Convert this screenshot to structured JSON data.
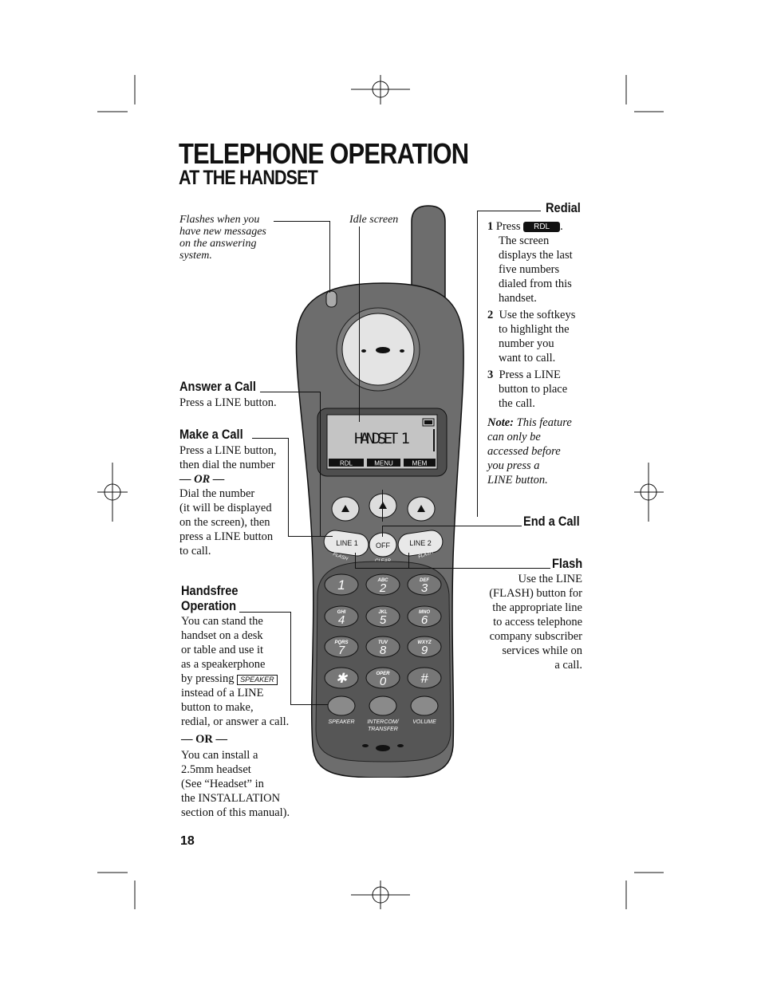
{
  "page": {
    "title": "TELEPHONE OPERATION",
    "subtitle": "AT THE HANDSET",
    "page_number": "18"
  },
  "callouts": {
    "message_light": "Flashes when you have new messages on the answering system.",
    "idle_screen": "Idle screen"
  },
  "answer": {
    "heading": "Answer a Call",
    "text": "Press a LINE button."
  },
  "make": {
    "heading": "Make a Call",
    "line1": "Press a LINE button,",
    "line2": "then dial the number",
    "or": "— OR —",
    "line3": "Dial the number",
    "line4": "(it will be displayed",
    "line5": "on the screen), then",
    "line6": "press a LINE button",
    "line7": "to call."
  },
  "handsfree": {
    "heading1": "Handsfree",
    "heading2": "Operation",
    "l1": "You can stand the",
    "l2": "handset on a desk",
    "l3": "or table and use it",
    "l4": "as a speakerphone",
    "l5": "by pressing",
    "key": "SPEAKER",
    "l6": "instead of a LINE",
    "l7": "button to make,",
    "l8": "redial, or answer a call.",
    "or": "— OR —",
    "l9": "You can install a",
    "l10": "2.5mm headset",
    "l11": "(See “Headset” in",
    "l12": "the INSTALLATION",
    "l13": "section of this manual)."
  },
  "redial": {
    "heading": "Redial",
    "s1_num": "1",
    "s1_a": "Press",
    "s1_key": "RDL",
    "s1_b": "The screen",
    "s1_c": "displays the last",
    "s1_d": "five numbers",
    "s1_e": "dialed from this",
    "s1_f": "handset.",
    "s2_num": "2",
    "s2_a": "Use the softkeys",
    "s2_b": "to highlight the",
    "s2_c": "number you",
    "s2_d": "want to call.",
    "s3_num": "3",
    "s3_a": "Press a LINE",
    "s3_b": "button to place",
    "s3_c": "the call.",
    "note_label": "Note:",
    "note_a": "This feature",
    "note_b": "can only be",
    "note_c": "accessed before",
    "note_d": "you press a",
    "note_e": "LINE button."
  },
  "end": {
    "heading": "End a Call"
  },
  "flash": {
    "heading": "Flash",
    "l1": "Use the LINE",
    "l2": "(FLASH) button for",
    "l3": "the appropriate line",
    "l4": "to access telephone",
    "l5": "company subscriber",
    "l6": "services while on",
    "l7": "a call."
  },
  "handset": {
    "display_text": "HANDSET 1",
    "softkeys": [
      "RDL",
      "MENU",
      "MEM"
    ],
    "line1": "LINE 1",
    "line2": "LINE 2",
    "off": "OFF",
    "flash_left": "FLASH",
    "flash_right": "FLASH",
    "clear": "CLEAR",
    "keys": [
      {
        "digit": "1",
        "letters": ""
      },
      {
        "digit": "2",
        "letters": "ABC"
      },
      {
        "digit": "3",
        "letters": "DEF"
      },
      {
        "digit": "4",
        "letters": "GHI"
      },
      {
        "digit": "5",
        "letters": "JKL"
      },
      {
        "digit": "6",
        "letters": "MNO"
      },
      {
        "digit": "7",
        "letters": "PQRS"
      },
      {
        "digit": "8",
        "letters": "TUV"
      },
      {
        "digit": "9",
        "letters": "WXYZ"
      },
      {
        "digit": "✱",
        "letters": ""
      },
      {
        "digit": "0",
        "letters": "OPER"
      },
      {
        "digit": "#",
        "letters": ""
      }
    ],
    "speaker": "SPEAKER",
    "intercom1": "INTERCOM/",
    "intercom2": "TRANSFER",
    "volume": "VOLUME",
    "body_color": "#6d6d6d",
    "display_color": "#c4c4c4"
  }
}
